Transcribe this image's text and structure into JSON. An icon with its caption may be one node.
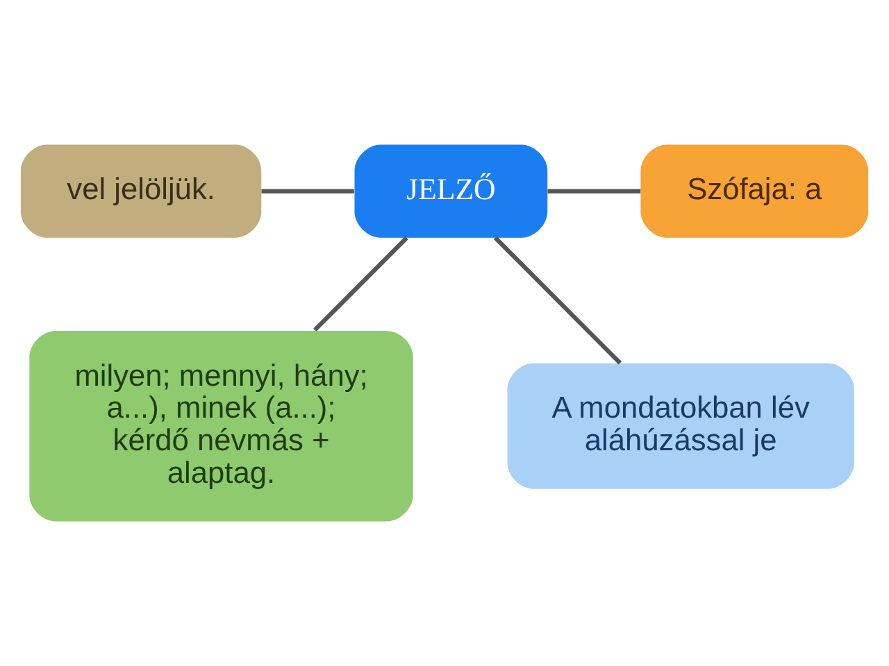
{
  "diagram": {
    "nodes": [
      {
        "text": [
          "vel jelöljük."
        ]
      },
      {
        "text": [
          "JELZŐ"
        ]
      },
      {
        "text": [
          "Szófaja: a"
        ]
      },
      {
        "text": [
          "milyen; mennyi, hány; a...), minek (a...); kérdő névmás + alaptag."
        ]
      },
      {
        "text": [
          "A mondatokban lév aláhúzással je"
        ]
      }
    ],
    "edges": [
      {
        "from": 0,
        "to": 1,
        "arrow": "none"
      },
      {
        "from": 1,
        "to": 2,
        "arrow": "none"
      },
      {
        "from": 1,
        "to": 3,
        "arrow": "none"
      },
      {
        "from": 1,
        "to": 4,
        "arrow": "none"
      }
    ]
  }
}
